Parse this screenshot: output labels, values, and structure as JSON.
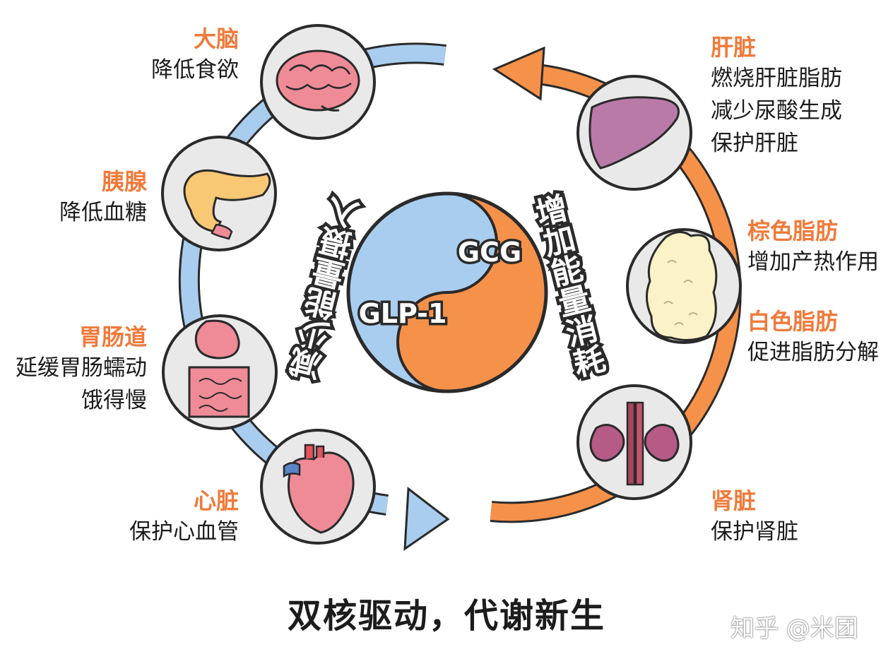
{
  "left_organs": [
    {
      "title": "大脑",
      "desc": [
        "降低食欲"
      ],
      "icon": "brain-icon"
    },
    {
      "title": "胰腺",
      "desc": [
        "降低血糖"
      ],
      "icon": "pancreas-icon"
    },
    {
      "title": "胃肠道",
      "desc": [
        "延缓胃肠蠕动",
        "饿得慢"
      ],
      "icon": "intestine-icon"
    },
    {
      "title": "心脏",
      "desc": [
        "保护心血管"
      ],
      "icon": "heart-icon"
    }
  ],
  "right_organs": [
    {
      "title": "肝脏",
      "desc": [
        "燃烧肝脏脂肪",
        "减少尿酸生成",
        "保护肝脏"
      ],
      "icon": "liver-icon"
    },
    {
      "title": "棕色脂肪",
      "desc": [
        "增加产热作用"
      ],
      "icon": "fat-tissue-icon"
    },
    {
      "title": "白色脂肪",
      "desc": [
        "促进脂肪分解"
      ]
    },
    {
      "title": "肾脏",
      "desc": [
        "保护肾脏"
      ],
      "icon": "kidney-icon"
    }
  ],
  "center": {
    "left_label": "GLP-1",
    "right_label": "GCG"
  },
  "arc_text": {
    "left": "减少能量摄入",
    "right": "增加能量消耗"
  },
  "caption": "双核驱动，代谢新生",
  "watermark": "知乎 @米团",
  "colors": {
    "blue": "#a9cdee",
    "orange": "#f6914a",
    "title_orange": "#f07a3a",
    "outline": "#2a2a2a"
  }
}
